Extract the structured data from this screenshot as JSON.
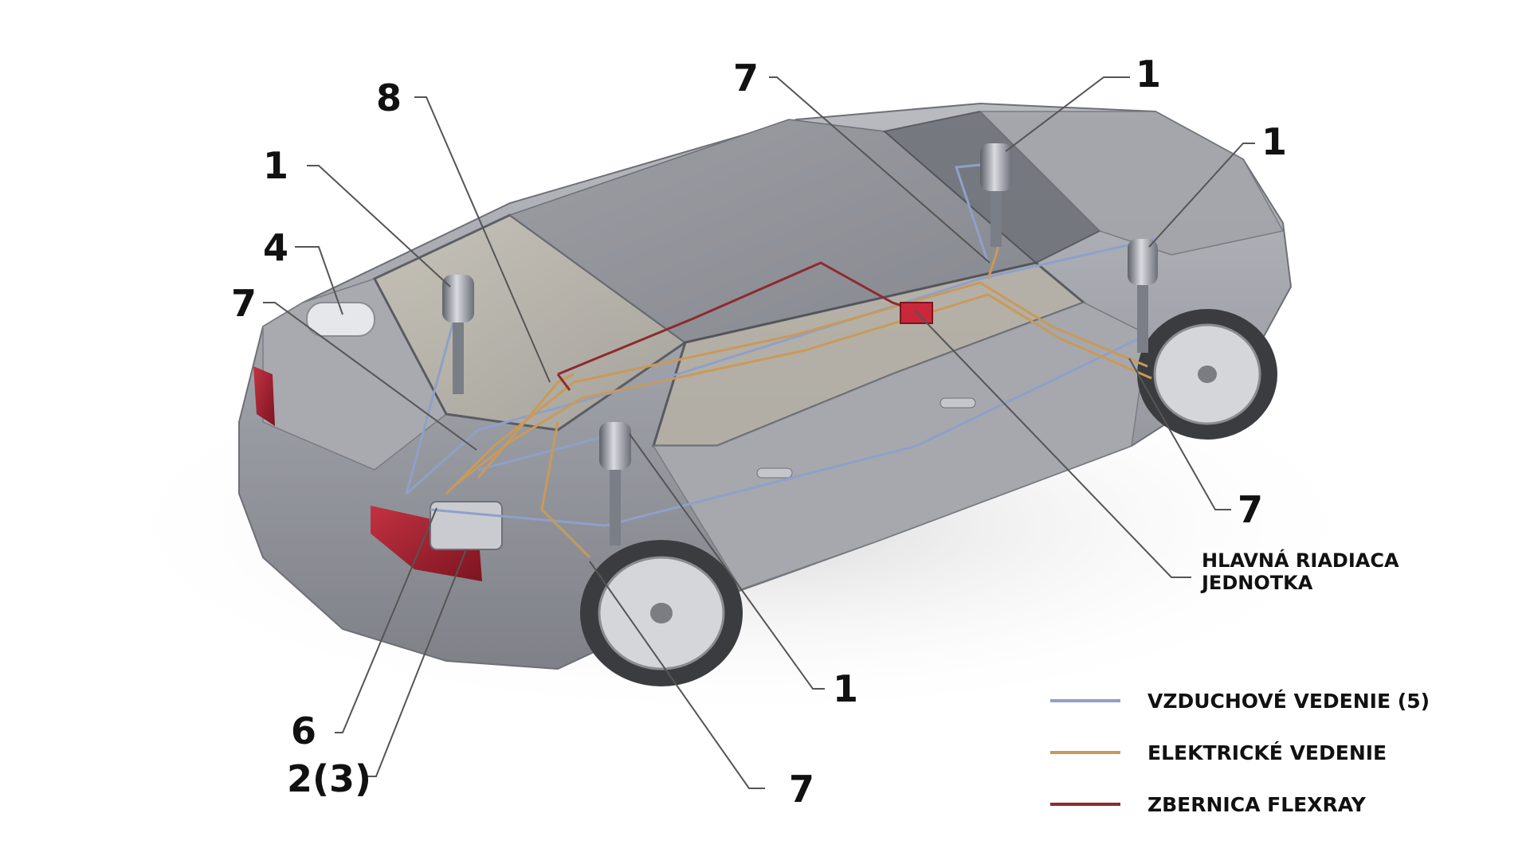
{
  "colors": {
    "air_line": "#8fa0c8",
    "electric_line": "#c89a5a",
    "flexray_bus": "#8e2a30",
    "car_body": "#9a9ca3",
    "callout_line": "#555555",
    "text": "#111111",
    "tail_light": "#9b1c28",
    "ecu_box": "#c8283a"
  },
  "callouts": [
    {
      "id": "front-right-strut",
      "label": "1"
    },
    {
      "id": "front-left-strut",
      "label": "1"
    },
    {
      "id": "rear-left-strut",
      "label": "1"
    },
    {
      "id": "rear-right-strut",
      "label": "1"
    },
    {
      "id": "pressure-reservoir",
      "label": "4"
    },
    {
      "id": "rear-height-sensor-left",
      "label": "7"
    },
    {
      "id": "front-height-sensor-left",
      "label": "7"
    },
    {
      "id": "front-height-sensor-right",
      "label": "7"
    },
    {
      "id": "rear-height-sensor-right",
      "label": "7"
    },
    {
      "id": "control-component",
      "label": "8"
    },
    {
      "id": "valve-block",
      "label": "6"
    },
    {
      "id": "compressor",
      "label": "2(3)"
    }
  ],
  "ecu_label": {
    "line1": "HLAVNÁ RIADIACA",
    "line2": "JEDNOTKA"
  },
  "legend": [
    {
      "key": "air",
      "label": "VZDUCHOVÉ VEDENIE (5)",
      "color": "#8fa0c8"
    },
    {
      "key": "electric",
      "label": "ELEKTRICKÉ VEDENIE",
      "color": "#c89a5a"
    },
    {
      "key": "flexray",
      "label": "ZBERNICA FLEXRAY",
      "color": "#8e2a30"
    }
  ]
}
